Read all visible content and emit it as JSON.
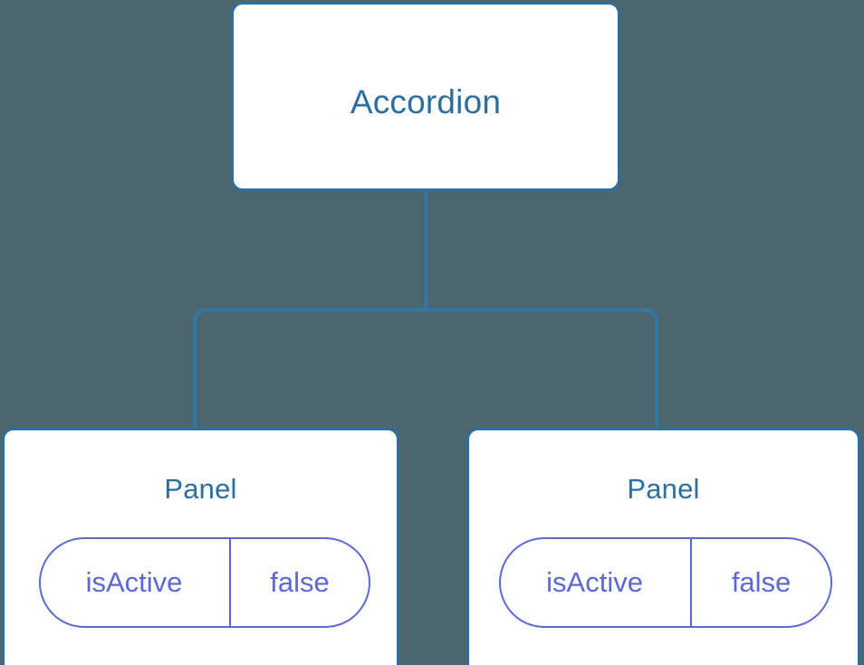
{
  "diagram": {
    "type": "component-tree",
    "background_color": "#4c6670",
    "node_border_color": "#2d6e9e",
    "node_fill_color": "#ffffff",
    "node_title_color": "#2d6e9e",
    "connector_color": "#2d7cb0",
    "pill_border_color": "#5c6ad0",
    "pill_text_color": "#5b68d4",
    "root": {
      "title": "Accordion"
    },
    "children": [
      {
        "title": "Panel",
        "state": {
          "key": "isActive",
          "value": "false"
        }
      },
      {
        "title": "Panel",
        "state": {
          "key": "isActive",
          "value": "false"
        }
      }
    ]
  }
}
